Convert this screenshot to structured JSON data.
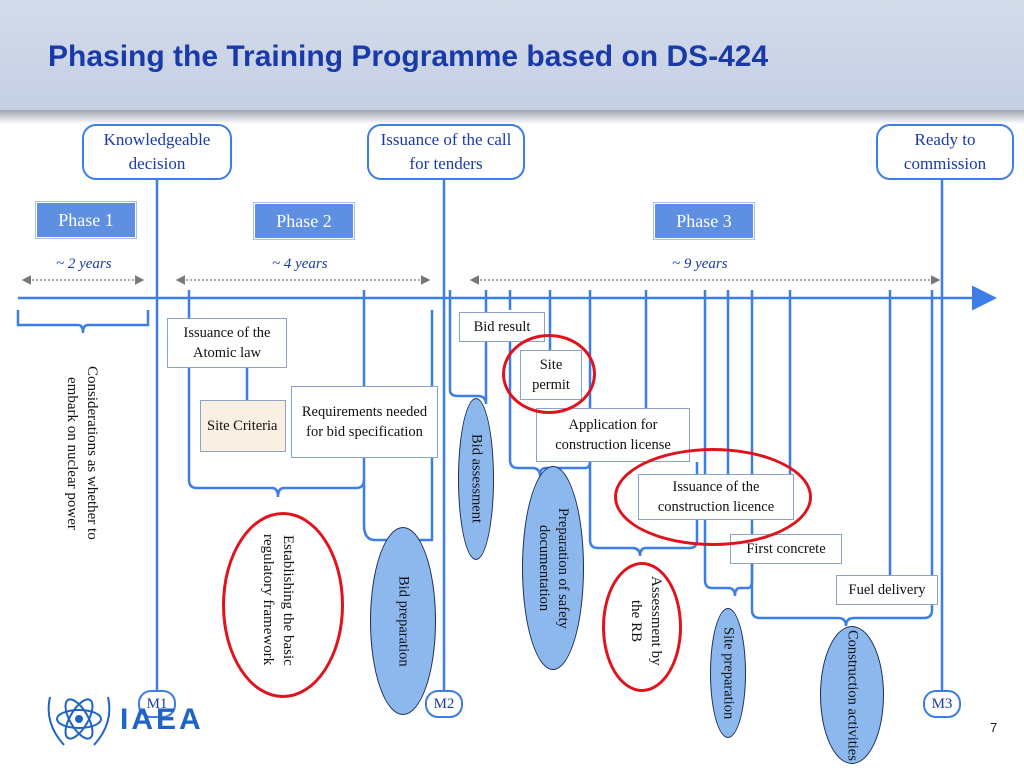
{
  "title": "Phasing the Training Programme based on DS-424",
  "milestone_boxes": {
    "knowledgeable": "Knowledgeable decision",
    "tenders": "Issuance of the call for tenders",
    "commission": "Ready to commission"
  },
  "phases": {
    "p1": "Phase 1",
    "p2": "Phase 2",
    "p3": "Phase 3"
  },
  "durations": {
    "d1": "~ 2 years",
    "d2": "~ 4 years",
    "d3": "~ 9 years"
  },
  "activities": {
    "atomic_law": "Issuance of the Atomic law",
    "site_criteria": "Site Criteria",
    "requirements": "Requirements needed for bid specification",
    "bid_result": "Bid result",
    "site_permit": "Site permit",
    "application": "Application for construction license",
    "issuance_licence": "Issuance of the construction licence",
    "first_concrete": "First concrete",
    "fuel_delivery": "Fuel delivery"
  },
  "vertical_labels": {
    "considerations": "Considerations as whether to embark on nuclear power",
    "framework": "Establishing the basic regulatory framework",
    "assessment_rb": "Assessment by the RB"
  },
  "ellipses": {
    "bid_preparation": "Bid preparation",
    "bid_assessment": "Bid assessment",
    "safety_doc": "Preparation of safety documentation",
    "site_preparation": "Site preparation",
    "construction": "Construction activities"
  },
  "milestones": {
    "m1": "M1",
    "m2": "M2",
    "m3": "M3"
  },
  "logo": "IAEA",
  "page_number": "7",
  "colors": {
    "title": "#1a3aa8",
    "line": "#3d7de6",
    "ellipse": "#8cb8ee",
    "highlight": "#e0131d"
  }
}
